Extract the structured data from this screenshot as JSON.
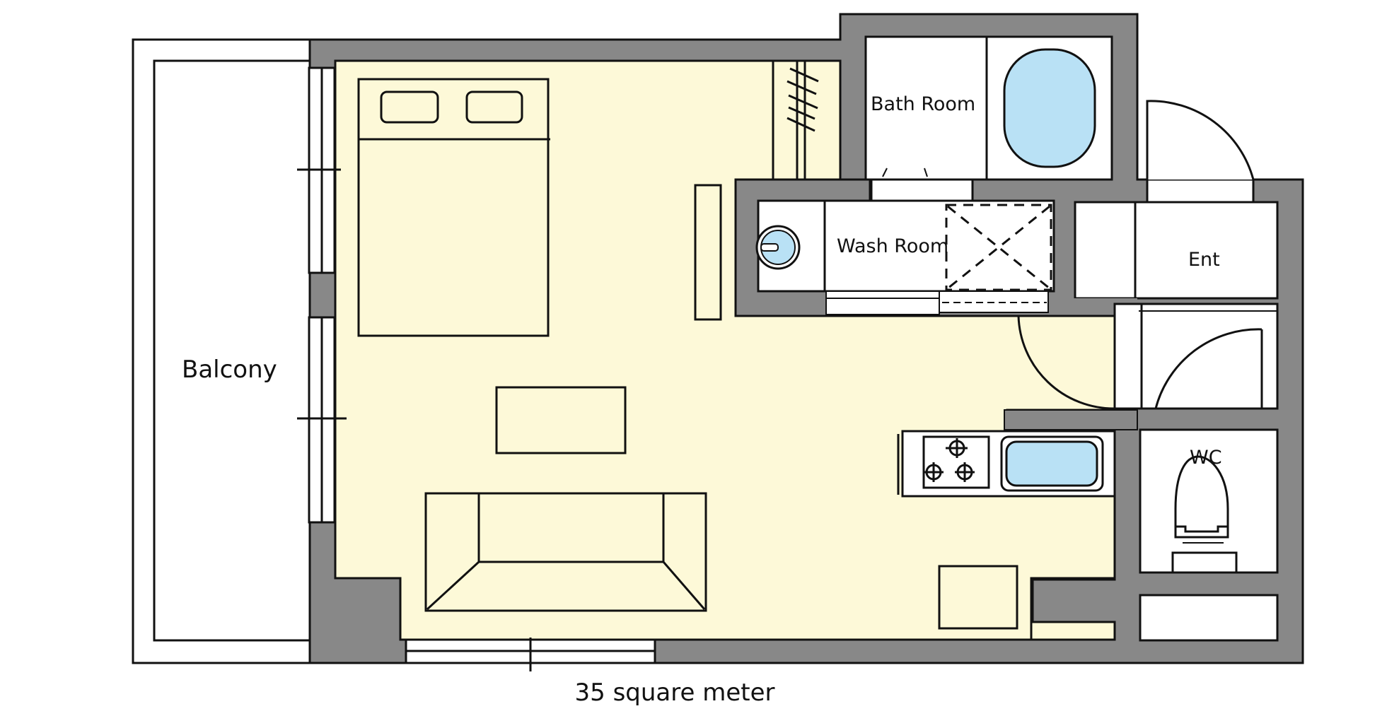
{
  "plan": {
    "area_caption": "35 square meter",
    "rooms": {
      "balcony": "Balcony",
      "bath_room": "Bath Room",
      "wash_room": "Wash Room",
      "entrance": "Ent",
      "wc": "WC"
    },
    "colors": {
      "wall": "#888888",
      "floor": "#fdf9d8",
      "fixture_blue": "#b9e1f5",
      "outline": "#111111",
      "background": "#ffffff"
    },
    "furniture": [
      "double-bed",
      "pillow",
      "pillow",
      "coffee-table",
      "sofa",
      "closet",
      "shelf",
      "kitchen-stove",
      "kitchen-sink",
      "small-table",
      "bathtub",
      "wash-basin",
      "washing-machine-space",
      "toilet",
      "storage"
    ]
  }
}
